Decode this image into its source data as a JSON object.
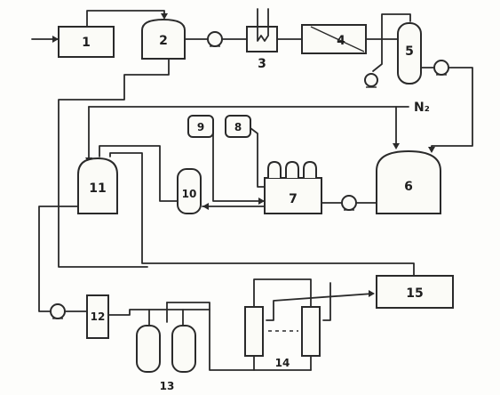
{
  "labels": {
    "u1": "1",
    "u2": "2",
    "u3": "3",
    "u4": "4",
    "u5": "5",
    "u6": "6",
    "u7": "7",
    "u8": "8",
    "u9": "9",
    "u10": "10",
    "u11": "11",
    "u12": "12",
    "u13": "13",
    "u14": "14",
    "u15": "15",
    "n2": "N₂"
  }
}
